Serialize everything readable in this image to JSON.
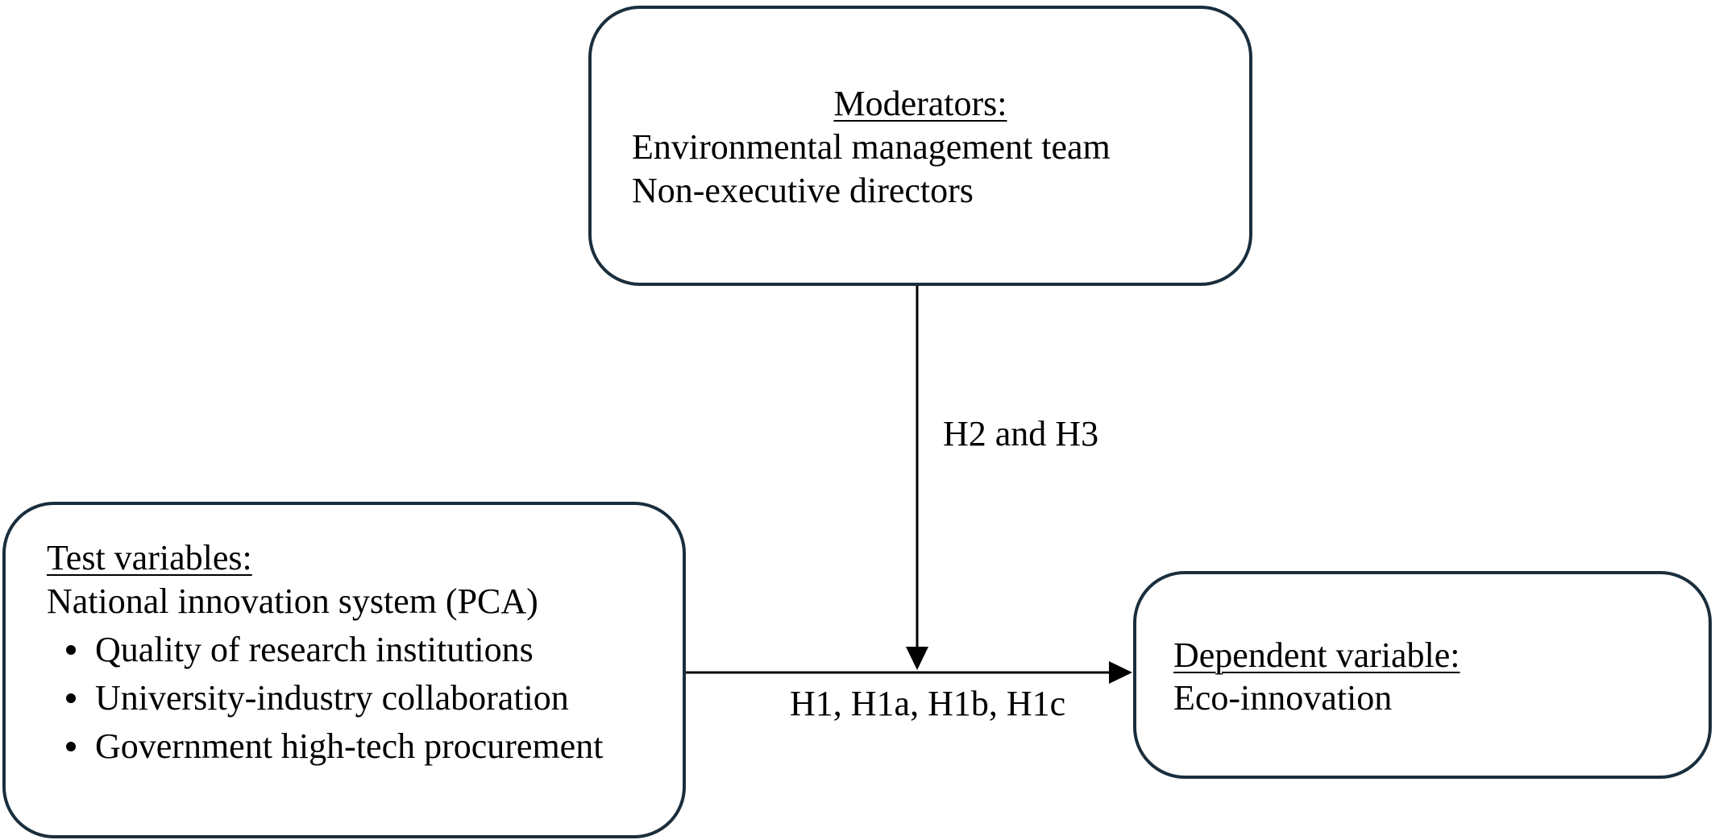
{
  "moderators": {
    "heading": "Moderators:",
    "items": [
      "Environmental management team",
      "Non-executive directors"
    ]
  },
  "test_variables": {
    "heading": "Test variables:",
    "subtitle": "National innovation system (PCA)",
    "bullets": [
      "Quality of research institutions",
      "University-industry collaboration",
      "Government high-tech procurement"
    ]
  },
  "dependent_variable": {
    "heading": "Dependent variable:",
    "item": "Eco-innovation"
  },
  "edges": {
    "moderation_label": "H2 and H3",
    "main_label": "H1, H1a, H1b, H1c"
  },
  "colors": {
    "box_border": "#1a2e3d",
    "arrow": "#000000"
  }
}
